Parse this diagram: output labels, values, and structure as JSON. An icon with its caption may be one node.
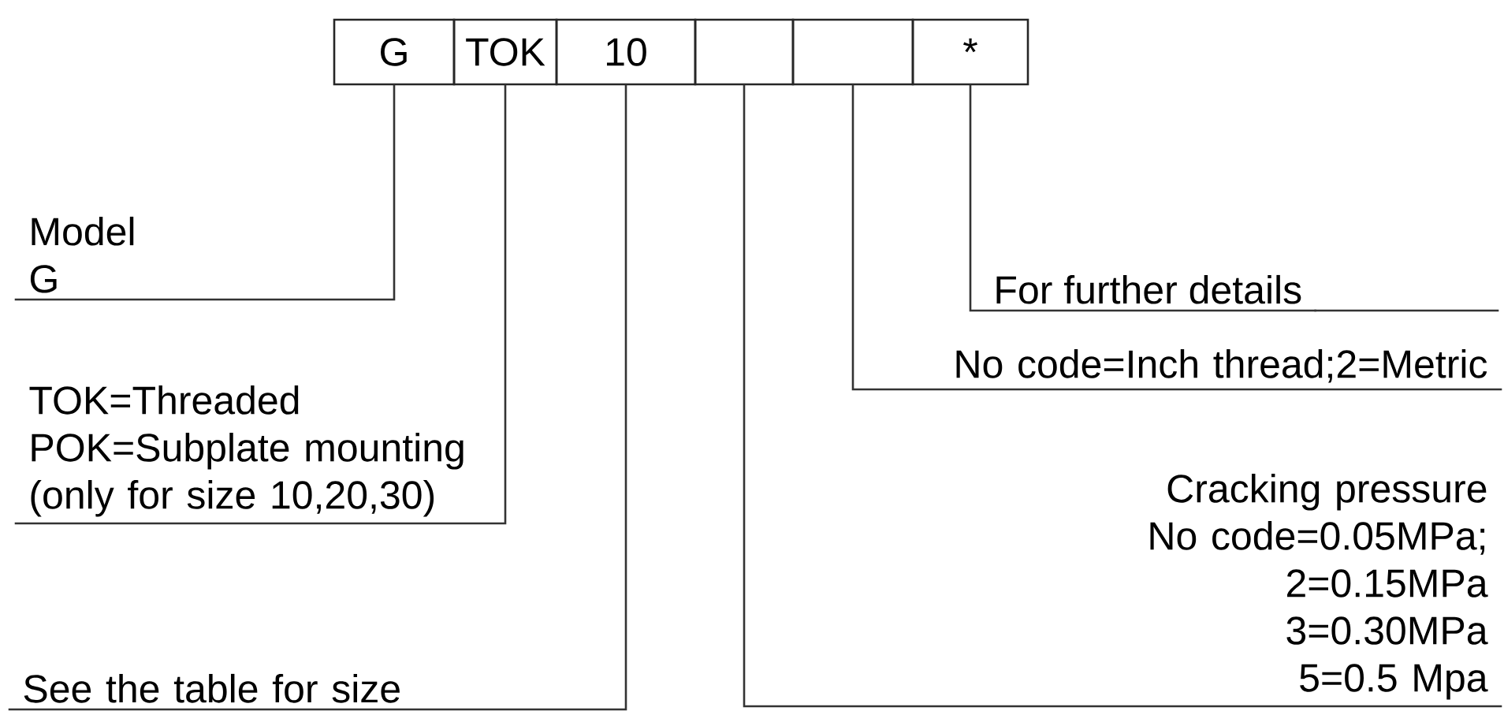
{
  "diagram": {
    "nodes": [
      {
        "text": [
          "G"
        ]
      },
      {
        "text": [
          "TOK"
        ]
      },
      {
        "text": [
          "10"
        ]
      },
      {
        "text": [],
        "shape": "box"
      },
      {
        "text": [],
        "shape": "box"
      },
      {
        "text": [
          "*"
        ]
      },
      {
        "text": [
          "Model G"
        ]
      },
      {
        "text": [
          "TOK=Threaded POK=Subplate mounting (only for size 10,20,30)"
        ]
      },
      {
        "text": [
          "See the table for size"
        ]
      },
      {
        "text": [
          "Cracking pressure No code=0.05MPa; 2=0.15MPa 3=0.30MPa 5=0.5 Mpa"
        ]
      },
      {
        "text": [
          "No code=Inch thread;2=Metric"
        ]
      },
      {
        "text": [
          "For further details"
        ]
      }
    ],
    "edges": [
      {
        "from": 0,
        "to": 6,
        "arrow": "none"
      },
      {
        "from": 1,
        "to": 7,
        "arrow": "none"
      },
      {
        "from": 2,
        "to": 8,
        "arrow": "none"
      },
      {
        "from": 3,
        "to": 9,
        "arrow": "none"
      },
      {
        "from": 4,
        "to": 10,
        "arrow": "none"
      },
      {
        "from": 5,
        "to": 11,
        "arrow": "none"
      }
    ]
  }
}
